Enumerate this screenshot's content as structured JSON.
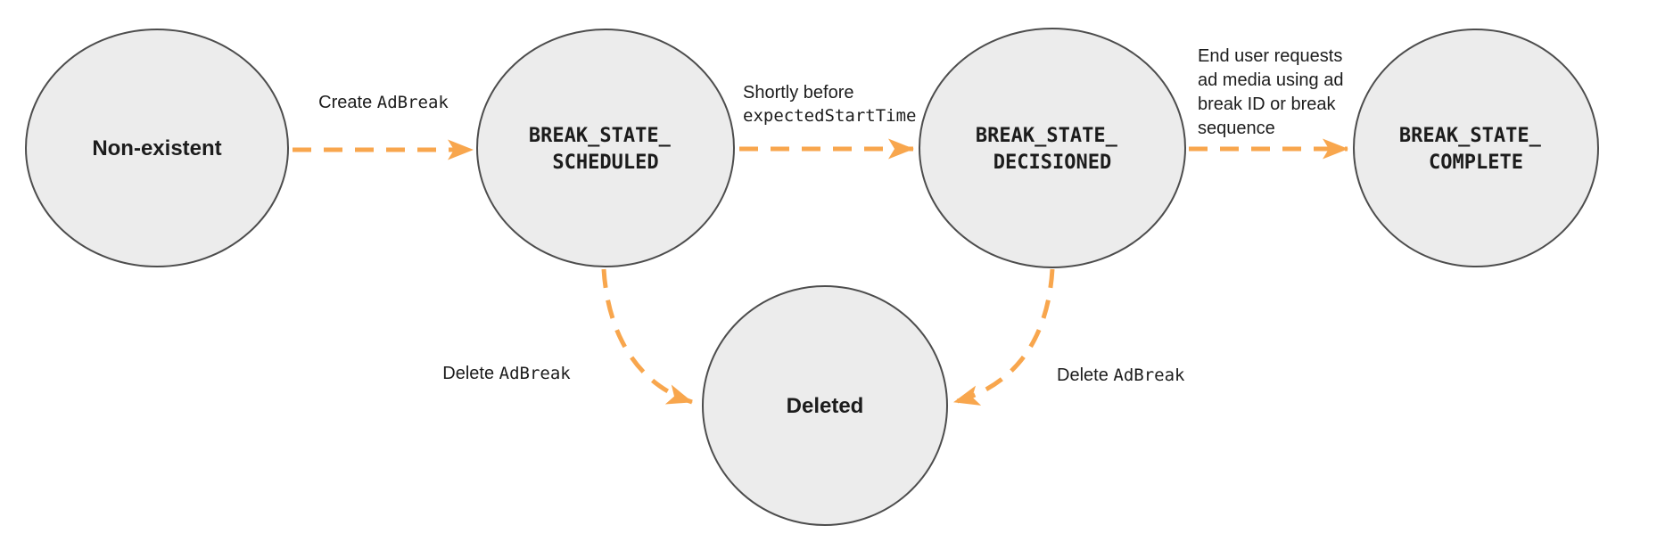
{
  "diagram": {
    "title": "Ad break state transition diagram",
    "colors": {
      "node_fill": "#ececec",
      "node_stroke": "#4d4d4d",
      "arrow": "#F8A64D",
      "text": "#1c1c1c",
      "background": "#ffffff"
    },
    "nodes": {
      "non_existent": {
        "label": "Non-existent"
      },
      "scheduled": {
        "line1": "BREAK_STATE_",
        "line2": "SCHEDULED"
      },
      "decisioned": {
        "line1": "BREAK_STATE_",
        "line2": "DECISIONED"
      },
      "complete": {
        "line1": "BREAK_STATE_",
        "line2": "COMPLETE"
      },
      "deleted": {
        "label": "Deleted"
      }
    },
    "edges": {
      "create": {
        "from": "Non-existent",
        "to": "BREAK_STATE_SCHEDULED",
        "text_prefix": "Create ",
        "code": "AdBreak"
      },
      "shortly_before": {
        "from": "BREAK_STATE_SCHEDULED",
        "to": "BREAK_STATE_DECISIONED",
        "line1": "Shortly before",
        "code_line2": "expectedStartTime"
      },
      "end_user_request": {
        "from": "BREAK_STATE_DECISIONED",
        "to": "BREAK_STATE_COMPLETE",
        "line1": "End user requests",
        "line2": "ad media using ad",
        "line3": "break ID or break",
        "line4": "sequence"
      },
      "delete_from_scheduled": {
        "from": "BREAK_STATE_SCHEDULED",
        "to": "Deleted",
        "text_prefix": "Delete ",
        "code": "AdBreak"
      },
      "delete_from_decisioned": {
        "from": "BREAK_STATE_DECISIONED",
        "to": "Deleted",
        "text_prefix": "Delete ",
        "code": "AdBreak"
      }
    }
  }
}
